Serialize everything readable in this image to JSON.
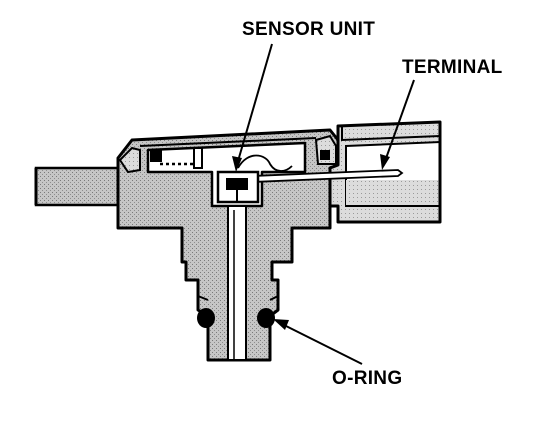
{
  "colors": {
    "ink": "#000000",
    "body_fill": "#c9c9c9",
    "connector_fill": "#dddddd",
    "channel_fill": "#ffffff",
    "background": "#ffffff"
  },
  "labels": {
    "sensor_unit": "SENSOR UNIT",
    "terminal": "TERMINAL",
    "o_ring": "O-RING"
  }
}
